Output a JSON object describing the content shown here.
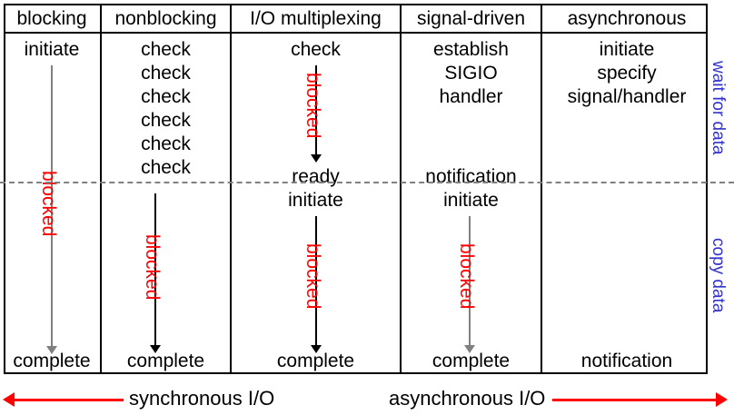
{
  "title": "I/O models comparison",
  "colors": {
    "blocked_text": "#ff0000",
    "side_label": "#3333cc",
    "arrow_gray": "#808080",
    "arrow_black": "#000000",
    "divider": "#808080",
    "bottom_arrow": "#ff0000",
    "border": "#000000"
  },
  "columns": [
    {
      "header": "blocking",
      "wait_phase": [
        "initiate"
      ],
      "copy_phase": [],
      "bottom": "complete",
      "arrows": [
        {
          "label": "blocked",
          "color": "gray",
          "phase": "wait-to-complete"
        }
      ]
    },
    {
      "header": "nonblocking",
      "wait_phase": [
        "check",
        "check",
        "check",
        "check",
        "check",
        "check"
      ],
      "copy_phase": [],
      "bottom": "complete",
      "arrows": [
        {
          "label": "blocked",
          "color": "black",
          "phase": "copy"
        }
      ]
    },
    {
      "header": "I/O multiplexing",
      "wait_phase": [
        "check",
        "ready"
      ],
      "copy_phase": [
        "initiate"
      ],
      "bottom": "complete",
      "arrows": [
        {
          "label": "blocked",
          "color": "black",
          "phase": "wait"
        },
        {
          "label": "blocked",
          "color": "black",
          "phase": "copy"
        }
      ]
    },
    {
      "header": "signal-driven",
      "wait_phase": [
        "establish",
        "SIGIO",
        "handler",
        "notification"
      ],
      "copy_phase": [
        "initiate"
      ],
      "bottom": "complete",
      "arrows": [
        {
          "label": "blocked",
          "color": "gray",
          "phase": "copy"
        }
      ]
    },
    {
      "header": "asynchronous",
      "wait_phase": [
        "initiate",
        "specify",
        "signal/handler"
      ],
      "copy_phase": [],
      "bottom": "notification",
      "arrows": []
    }
  ],
  "side_labels": {
    "top": "wait for data",
    "bottom": "copy data"
  },
  "bottom_axis": {
    "left_label": "synchronous I/O",
    "right_label": "asynchronous I/O"
  }
}
